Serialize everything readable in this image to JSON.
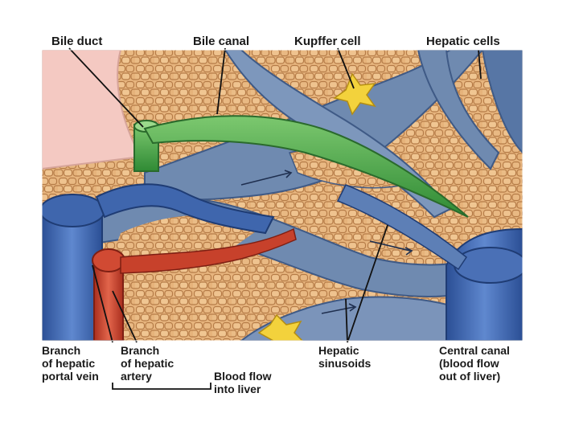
{
  "labels": {
    "bile_duct": "Bile duct",
    "bile_canal": "Bile canal",
    "kupffer_cell": "Kupffer cell",
    "hepatic_cells": "Hepatic cells",
    "branch_portal_vein": "Branch\nof hepatic\nportal vein",
    "branch_hepatic_artery": "Branch\nof hepatic\nartery",
    "blood_flow_in": "Blood flow\ninto liver",
    "hepatic_sinusoids": "Hepatic\nsinusoids",
    "central_canal": "Central canal\n(blood flow\nout of liver)"
  },
  "colors": {
    "hepatocyte": "#e7b57e",
    "hepatocyte_edge": "#b57b47",
    "sinusoid": "#6f8ab0",
    "vein": "#3e67b0",
    "artery": "#c7412b",
    "bile": "#4fa84b",
    "kupffer": "#f3d23c",
    "background_pink": "#f4c9c2"
  }
}
